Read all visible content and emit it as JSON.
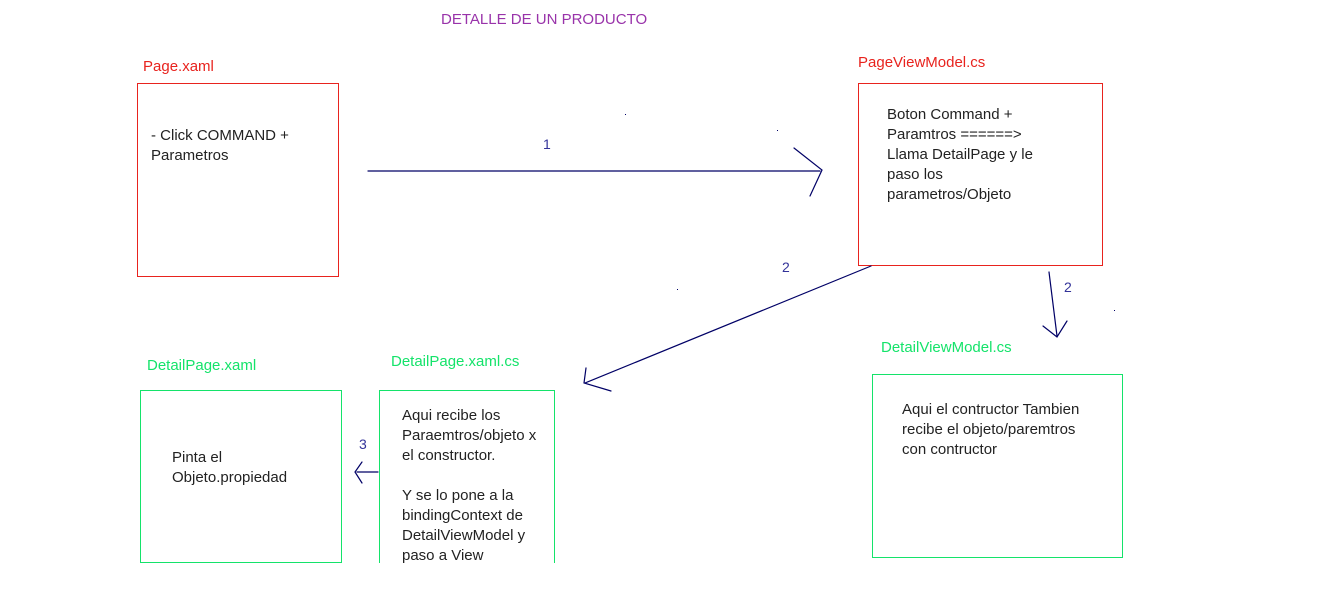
{
  "title": "DETALLE DE UN PRODUCTO",
  "colors": {
    "title": "#9933aa",
    "view_box": "#e8231e",
    "detail_box": "#14e36a",
    "arrow": "#000066"
  },
  "nodes": {
    "page_xaml": {
      "label": "Page.xaml",
      "text": "- Click COMMAND +\nParametros"
    },
    "page_view_model": {
      "label": "PageViewModel.cs",
      "text": "Boton Command +\nParamtros  ======>\nLlama DetailPage y le\npaso los\nparametros/Objeto"
    },
    "detail_page_xaml": {
      "label": "DetailPage.xaml",
      "text": "Pinta el\nObjeto.propiedad"
    },
    "detail_page_xaml_cs": {
      "label": "DetailPage.xaml.cs",
      "text": "Aqui recibe los\nParaemtros/objeto x\nel constructor.\n\nY se lo pone a la\nbindingContext de\nDetailViewModel  y\npaso a View"
    },
    "detail_view_model": {
      "label": "DetailViewModel.cs",
      "text": "Aqui el contructor Tambien\nrecibe el objeto/paremtros\ncon contructor"
    }
  },
  "edges": [
    {
      "label": "1",
      "from": "page_xaml",
      "to": "page_view_model"
    },
    {
      "label": "2",
      "from": "page_view_model",
      "to": "detail_page_xaml_cs"
    },
    {
      "label": "2",
      "from": "page_view_model",
      "to": "detail_view_model"
    },
    {
      "label": "3",
      "from": "detail_page_xaml_cs",
      "to": "detail_page_xaml"
    }
  ]
}
